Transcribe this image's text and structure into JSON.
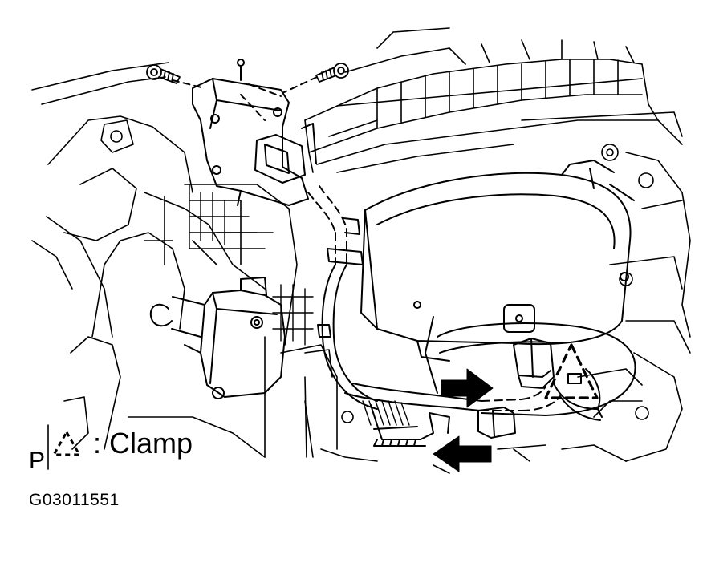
{
  "legend": {
    "view_letter": "P",
    "clamp_separator": ":",
    "clamp_label": "Clamp",
    "clamp_symbol": "dashed-triangle-icon"
  },
  "figure_code": "G03011551",
  "colors": {
    "line": "#000000",
    "background": "#ffffff"
  }
}
